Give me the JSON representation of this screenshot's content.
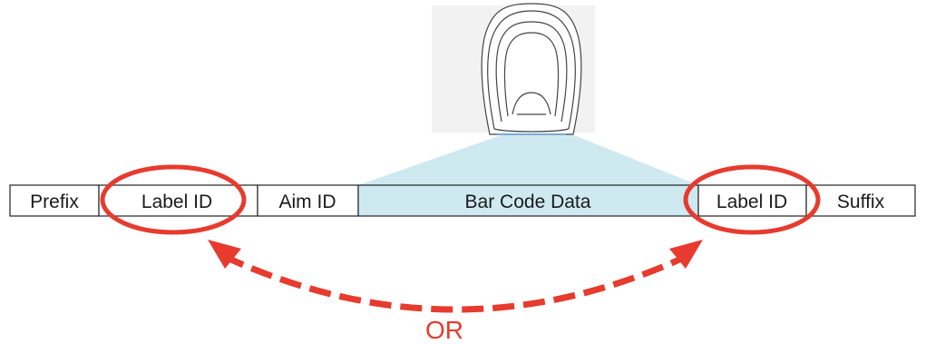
{
  "diagram": {
    "segments": [
      {
        "label": "Prefix"
      },
      {
        "label": "Label ID"
      },
      {
        "label": "Aim ID"
      },
      {
        "label": "Bar Code Data"
      },
      {
        "label": "Label ID"
      },
      {
        "label": "Suffix"
      }
    ],
    "alternative_label": "OR",
    "accent_color": "#e63b2e",
    "scan_beam_color": "#cfe9f1",
    "scanner_icon": "barcode-scanner-icon"
  }
}
